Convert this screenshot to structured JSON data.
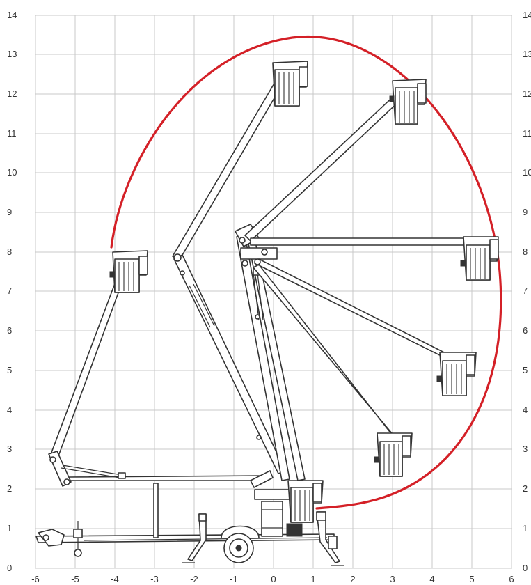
{
  "diagram": {
    "x_ticks": [
      "-6",
      "-5",
      "-4",
      "-3",
      "-2",
      "-1",
      "0",
      "1",
      "2",
      "3",
      "4",
      "5",
      "6"
    ],
    "y_ticks_left": [
      "0",
      "1",
      "2",
      "3",
      "4",
      "5",
      "6",
      "7",
      "8",
      "9",
      "10",
      "11",
      "12",
      "13",
      "14"
    ],
    "y_ticks_right": [
      "0",
      "1",
      "2",
      "3",
      "4",
      "5",
      "6",
      "7",
      "8",
      "9",
      "10",
      "11",
      "12",
      "13",
      "14"
    ],
    "x_range": [
      -6,
      6
    ],
    "y_range": [
      0,
      14
    ],
    "grid": true,
    "working_envelope_color": "#d42027",
    "line_color": "#333333",
    "grid_color": "#c8c8c8"
  }
}
